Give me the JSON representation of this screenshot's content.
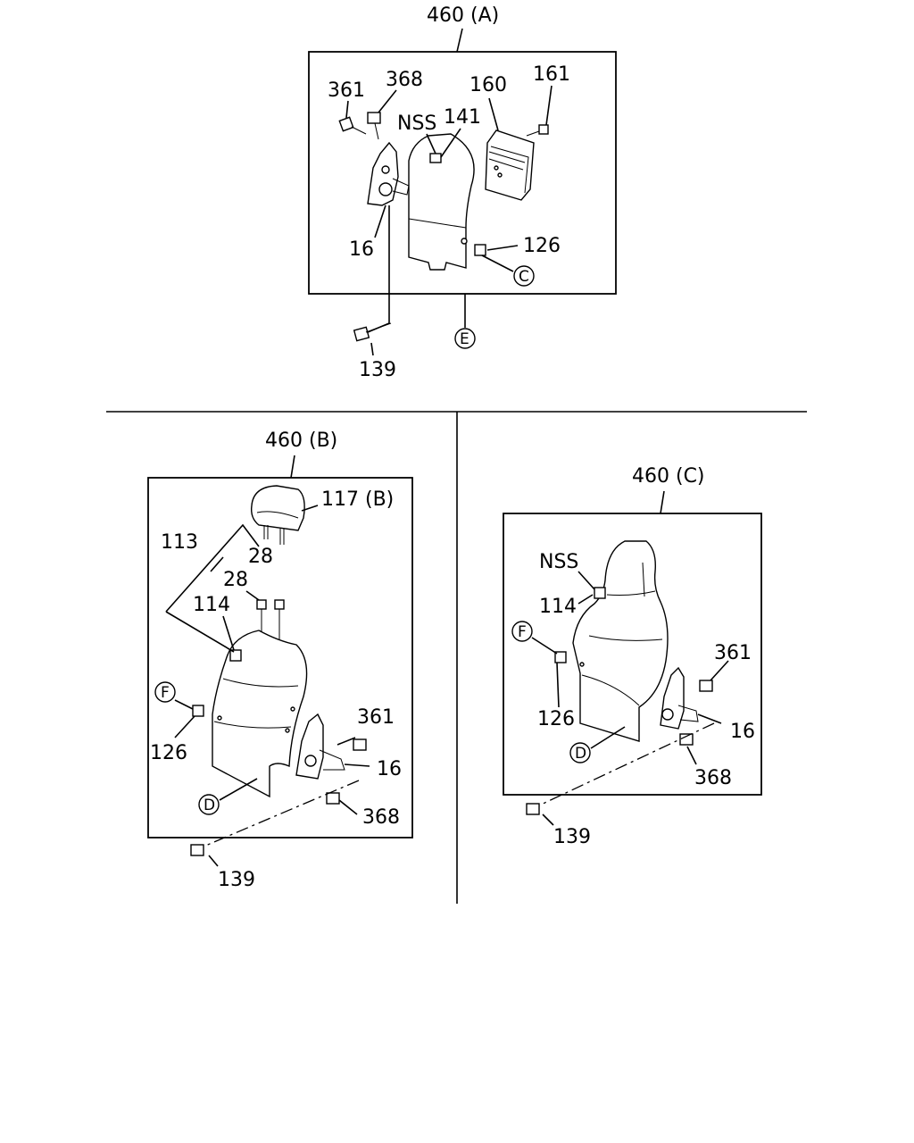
{
  "assemblies": {
    "a": {
      "title": "460 (A)"
    },
    "b": {
      "title": "460 (B)"
    },
    "c": {
      "title": "460 (C)"
    }
  },
  "callouts": {
    "a": {
      "p361": "361",
      "p368": "368",
      "p160": "160",
      "p161": "161",
      "nss": "NSS",
      "p141": "141",
      "p16": "16",
      "p126": "126",
      "p139": "139",
      "refC": "C",
      "refE": "E"
    },
    "b": {
      "p117": "117 (B)",
      "p113": "113",
      "p28a": "28",
      "p28b": "28",
      "p114": "114",
      "p126": "126",
      "p361": "361",
      "p16": "16",
      "p368": "368",
      "p139": "139",
      "refF": "F",
      "refD": "D"
    },
    "c": {
      "nss": "NSS",
      "p114": "114",
      "p361": "361",
      "p126": "126",
      "p16": "16",
      "p368": "368",
      "p139": "139",
      "refF": "F",
      "refD": "D"
    }
  }
}
